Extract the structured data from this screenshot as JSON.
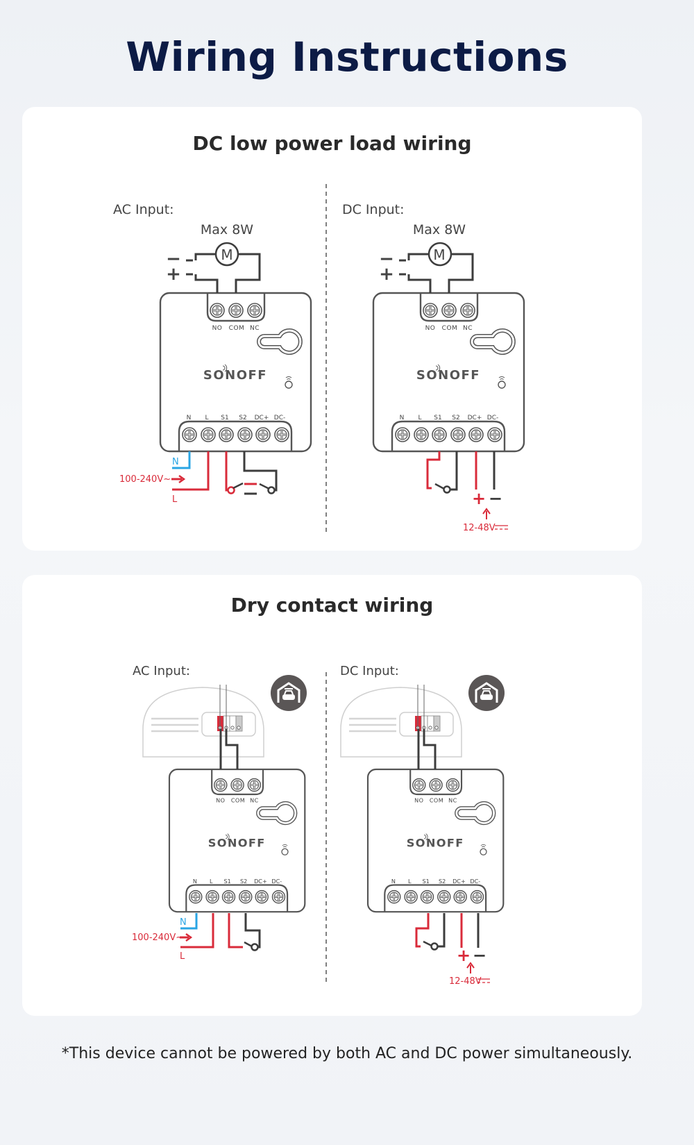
{
  "title": "Wiring Instructions",
  "footnote": "*This device cannot be powered by both AC and DC power simultaneously.",
  "colors": {
    "wire": "#3d3d3d",
    "live": "#d92b3a",
    "neutral": "#2aa5e4",
    "title": "#0c1b45",
    "device": "#555555"
  },
  "device": {
    "brand": "SONOFF",
    "top_terminals": [
      "NO",
      "COM",
      "NC"
    ],
    "bottom_terminals": [
      "N",
      "L",
      "S1",
      "S2",
      "DC+",
      "DC-"
    ]
  },
  "sections": [
    {
      "title": "DC low power load wiring",
      "panels": [
        {
          "input_label": "AC Input:",
          "load_label": "Max 8W",
          "motor": "M",
          "minus": "−",
          "plus": "+",
          "neutral": "N",
          "voltage": "100-240V~",
          "live": "L"
        },
        {
          "input_label": "DC Input:",
          "load_label": "Max 8W",
          "motor": "M",
          "minus": "−",
          "plus": "+",
          "dc_plus": "+",
          "dc_minus": "−",
          "voltage": "12-48V"
        }
      ]
    },
    {
      "title": "Dry contact wiring",
      "panels": [
        {
          "input_label": "AC Input:",
          "icon": "garage-door-icon",
          "neutral": "N",
          "voltage": "100-240V~",
          "live": "L"
        },
        {
          "input_label": "DC Input:",
          "icon": "garage-door-icon",
          "dc_plus": "+",
          "dc_minus": "−",
          "voltage": "12-48V"
        }
      ]
    }
  ]
}
